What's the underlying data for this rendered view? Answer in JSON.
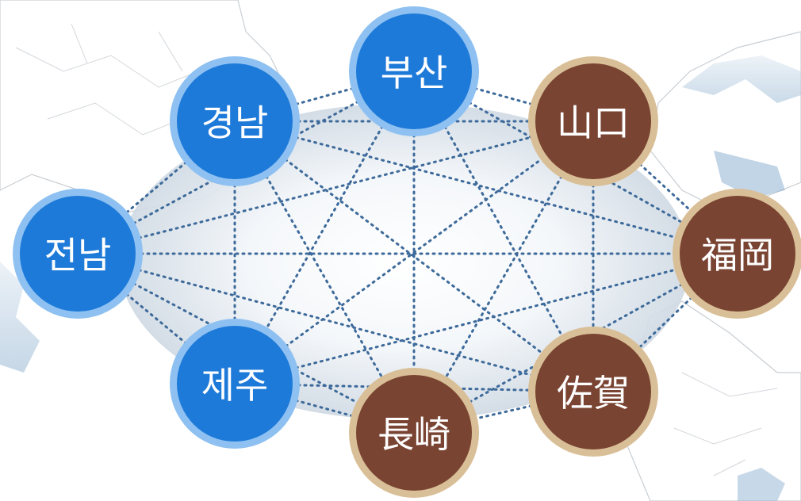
{
  "nodes": [
    {
      "id": "busan",
      "label": "부산",
      "group": "korea"
    },
    {
      "id": "gyeongnam",
      "label": "경남",
      "group": "korea"
    },
    {
      "id": "jeonnam",
      "label": "전남",
      "group": "korea"
    },
    {
      "id": "jeju",
      "label": "제주",
      "group": "korea"
    },
    {
      "id": "yamaguchi",
      "label": "山口",
      "group": "japan"
    },
    {
      "id": "fukuoka",
      "label": "福岡",
      "group": "japan"
    },
    {
      "id": "saga",
      "label": "佐賀",
      "group": "japan"
    },
    {
      "id": "nagasaki",
      "label": "長崎",
      "group": "japan"
    }
  ],
  "colors": {
    "korea_fill": "#1e7ad9",
    "korea_ring": "#8ec1f1",
    "japan_fill": "#7a4433",
    "japan_ring": "#d9bf97",
    "connector": "#3d6a9a"
  }
}
